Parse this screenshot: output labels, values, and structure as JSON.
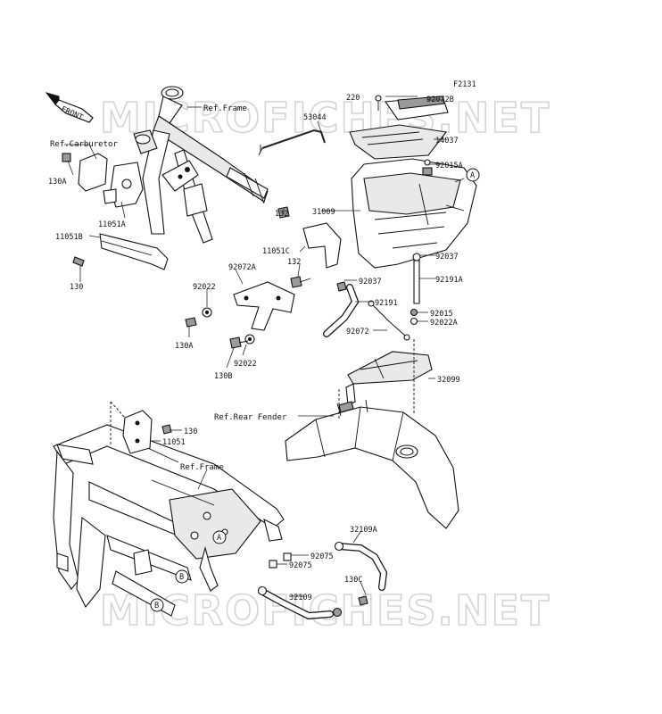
{
  "figure_code": "F2131",
  "front_arrow_text": "FRONT",
  "watermark_text": "MICROFICHES.NET",
  "callouts": {
    "c220": "220",
    "c92072B": "92072B",
    "refFrameTop": "Ref.Frame",
    "c53044": "53044",
    "c14037": "14037",
    "refCarburetor": "Ref.Carburetor",
    "c92015A": "92015A",
    "c130A_top": "130A",
    "markerA_top": "A",
    "c11051A": "11051A",
    "c31009": "31009",
    "c132_a": "132",
    "c11051B": "11051B",
    "c11051C": "11051C",
    "c132_b": "132",
    "c92037_a": "92037",
    "c130_top": "130",
    "c92072A": "92072A",
    "c92191A": "92191A",
    "c92022_a": "92022",
    "c92037_b": "92037",
    "c92191": "92191",
    "c92015": "92015",
    "c92022A": "92022A",
    "c130A_mid": "130A",
    "c92072": "92072",
    "c92022_b": "92022",
    "c130B": "130B",
    "c32099": "32099",
    "refRearFender": "Ref.Rear Fender",
    "c130_mid": "130",
    "c11051": "11051",
    "refFrameLow": "Ref.Frame",
    "markerA_low": "A",
    "c32109A": "32109A",
    "c92075_a": "92075",
    "c92075_b": "92075",
    "markerB_a": "B",
    "markerB_b": "B",
    "c130C": "130C",
    "c32109": "32109"
  }
}
